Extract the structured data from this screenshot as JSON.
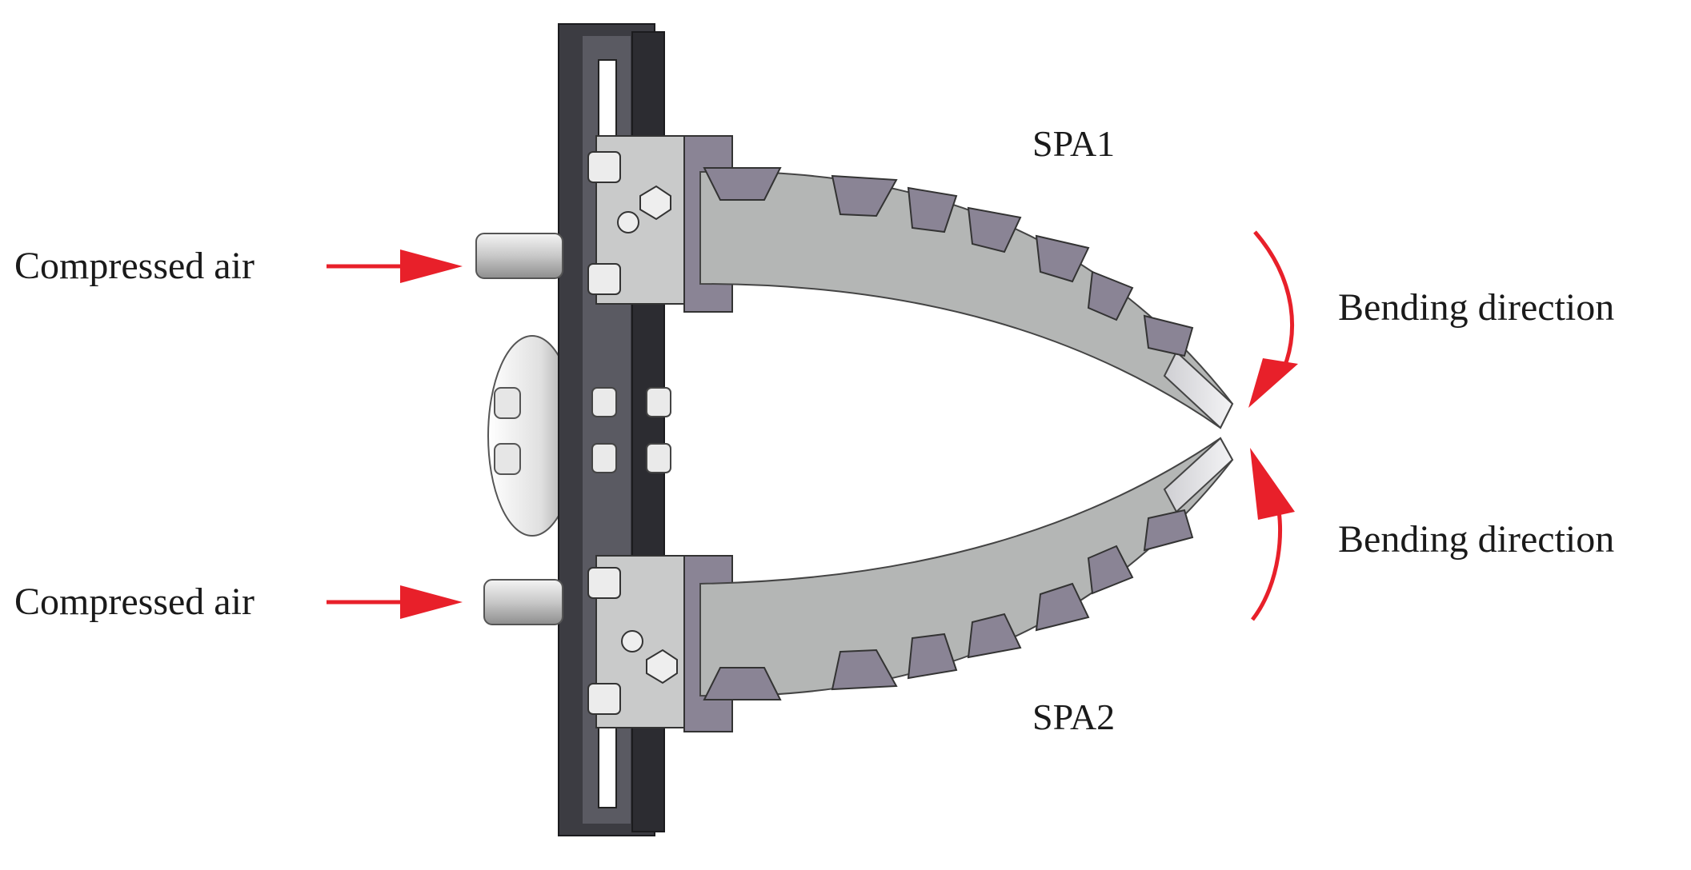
{
  "labels": {
    "spa1": "SPA1",
    "spa2": "SPA2",
    "air_top": "Compressed air",
    "air_bottom": "Compressed air",
    "bend_top": "Bending direction",
    "bend_bottom": "Bending direction"
  },
  "colors": {
    "arrow": "#e8202a",
    "finger": "#b4b6b5",
    "finger_shadow": "#8c8d8f",
    "segment_cap": "#8a8495",
    "frame": "#3c3c42",
    "mount": "#c9caca",
    "cylinder": "#d8d8d8"
  }
}
